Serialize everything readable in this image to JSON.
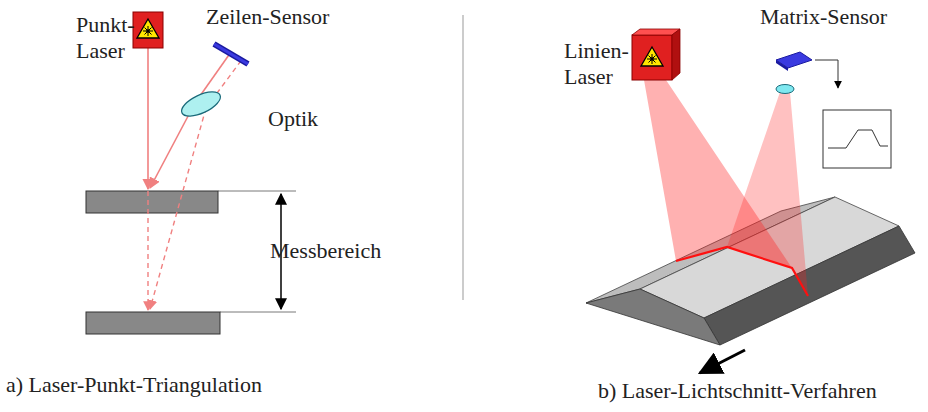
{
  "diagram": {
    "labels": [
      "Punkt- Laser",
      "Zeilen-Sensor",
      "Optik",
      "Messbereich",
      "Linien- Laser",
      "Matrix-Sensor",
      "a) Laser-Punkt-Triangulation",
      "b) Laser-Lichtschnitt-Verfahren"
    ]
  }
}
